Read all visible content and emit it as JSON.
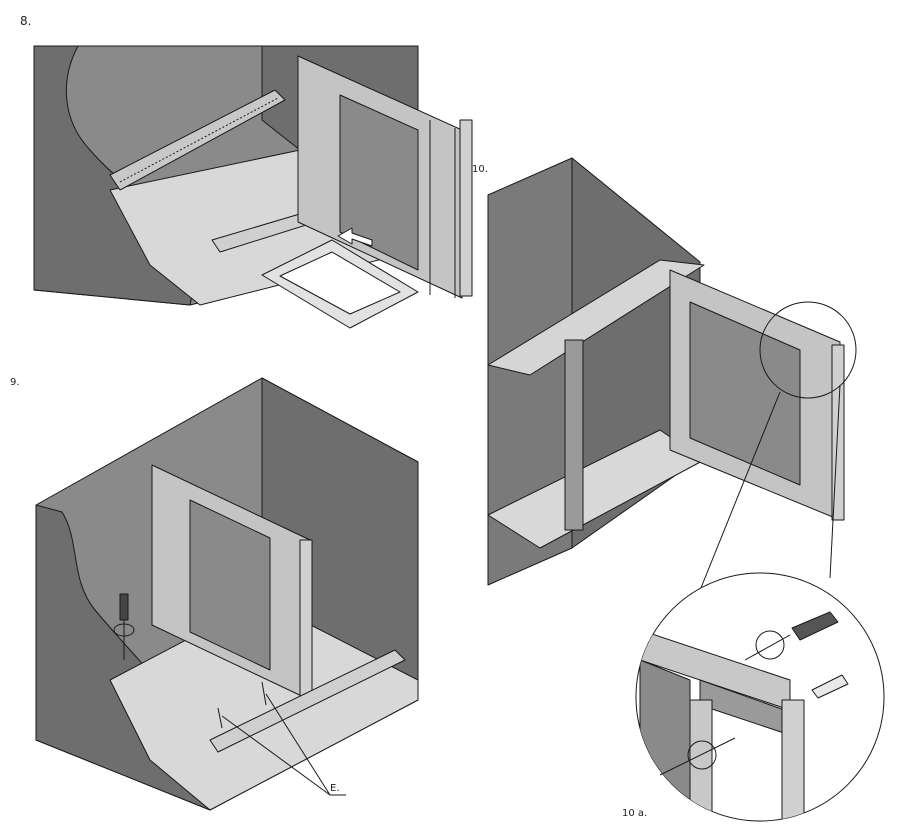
{
  "labels": {
    "step8": "8.",
    "step9": "9.",
    "step10": "10.",
    "step10a": "10 a.",
    "partE": "E."
  },
  "colors": {
    "dark_wall": "#6e6e6e",
    "mid_wall": "#8a8a8a",
    "light_panel": "#cfcfcf",
    "frame": "#bdbdbd",
    "outline": "#1a1a1a",
    "background": "#ffffff"
  }
}
